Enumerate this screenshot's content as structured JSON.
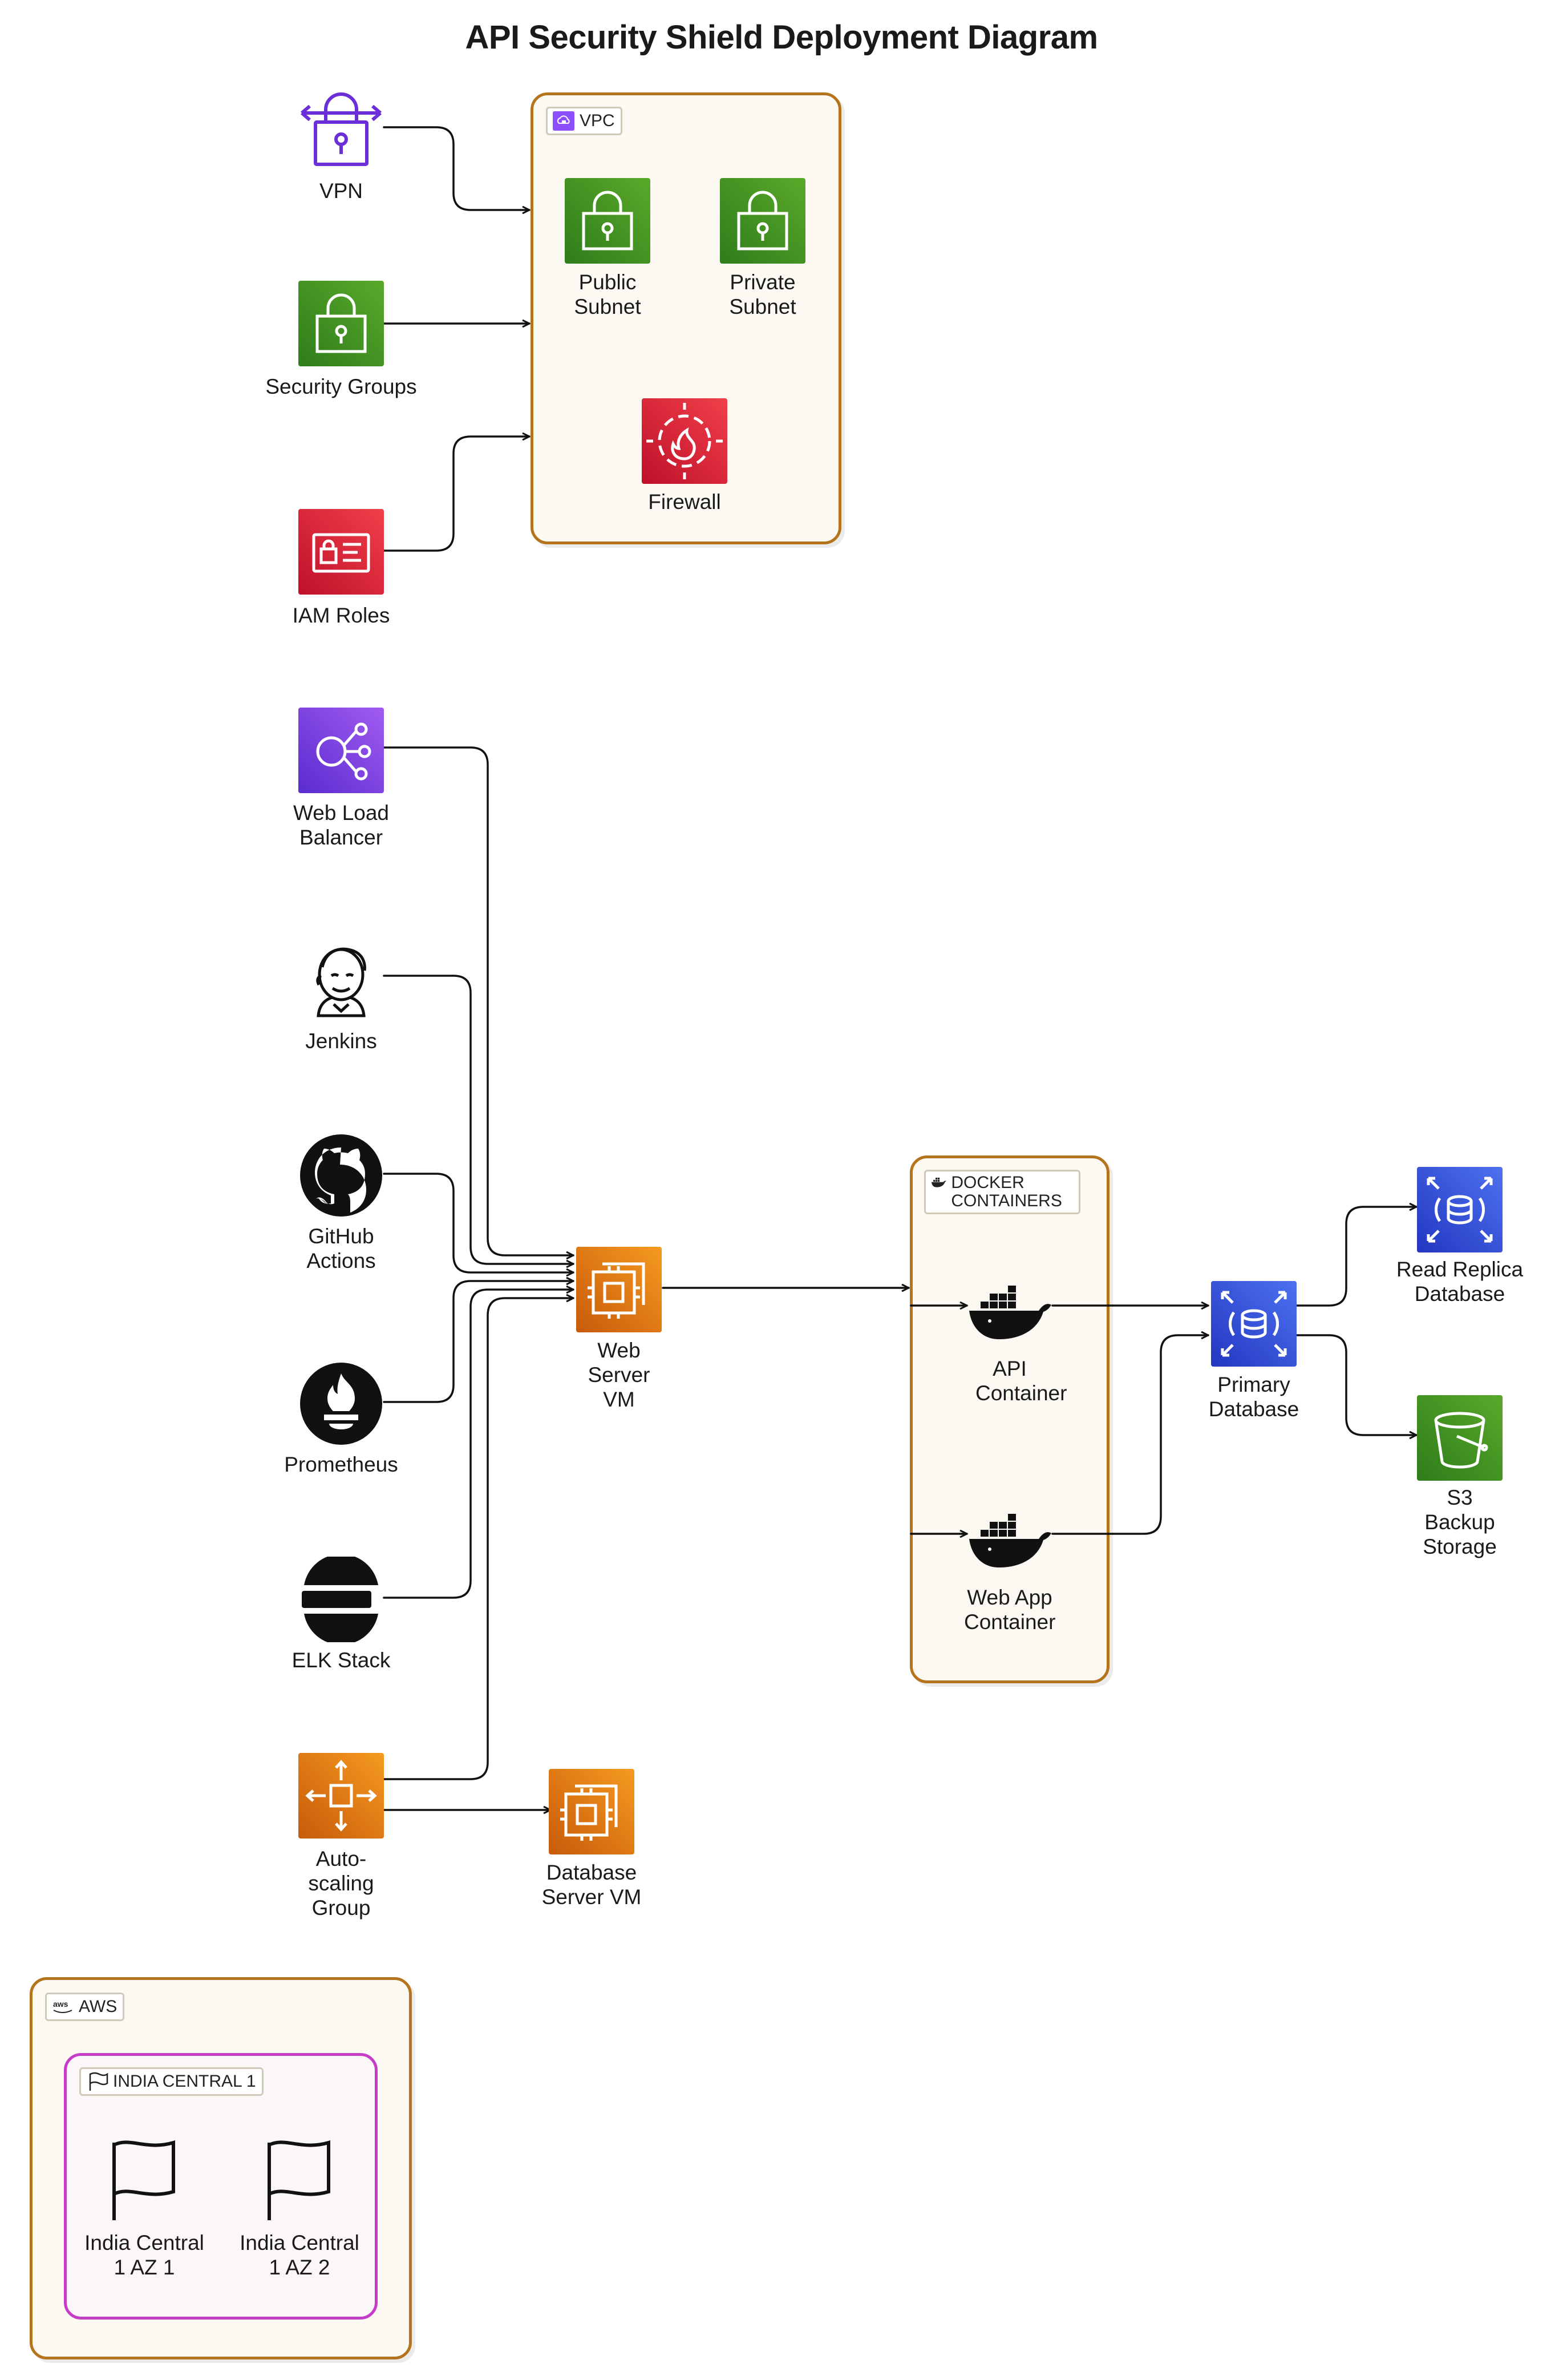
{
  "title": "API Security Shield Deployment Diagram",
  "groups": {
    "vpc": "VPC",
    "docker": "DOCKER CONTAINERS",
    "aws": "AWS",
    "region": "INDIA CENTRAL 1"
  },
  "nodes": {
    "vpn": "VPN",
    "security_groups": "Security Groups",
    "iam_roles": "IAM Roles",
    "public_subnet": "Public Subnet",
    "private_subnet": "Private Subnet",
    "firewall": "Firewall",
    "web_load_balancer": "Web Load Balancer",
    "jenkins": "Jenkins",
    "github_actions": "GitHub Actions",
    "prometheus": "Prometheus",
    "elk_stack": "ELK Stack",
    "autoscaling_group": "Auto-scaling Group",
    "web_server_vm": "Web Server VM",
    "database_server_vm": "Database Server VM",
    "api_container": "API Container",
    "web_app_container": "Web App Container",
    "primary_database": "Primary Database",
    "read_replica": "Read Replica Database",
    "s3_backup": "S3 Backup Storage",
    "az1": "India Central 1 AZ 1",
    "az2": "India Central 1 AZ 2"
  },
  "colors": {
    "security": "#3f8624",
    "firewall": "#dd344c",
    "networking": "#8c4fff",
    "compute": "#ed7100",
    "database": "#3b48cc",
    "storage": "#3f8624",
    "group_border": "#b5741b",
    "region_border": "#c53dc7"
  },
  "icons": {
    "vpn": "vpn-lock-icon",
    "security_groups": "padlock-icon",
    "iam_roles": "id-card-icon",
    "subnet": "padlock-icon",
    "firewall": "firewall-icon",
    "load_balancer": "elb-icon",
    "jenkins": "jenkins-icon",
    "github": "github-icon",
    "prometheus": "prometheus-icon",
    "elk": "elastic-icon",
    "autoscaling": "autoscaling-icon",
    "vm": "ec2-chip-icon",
    "container": "docker-whale-icon",
    "database": "rds-icon",
    "s3": "s3-bucket-icon",
    "az": "flag-icon"
  }
}
